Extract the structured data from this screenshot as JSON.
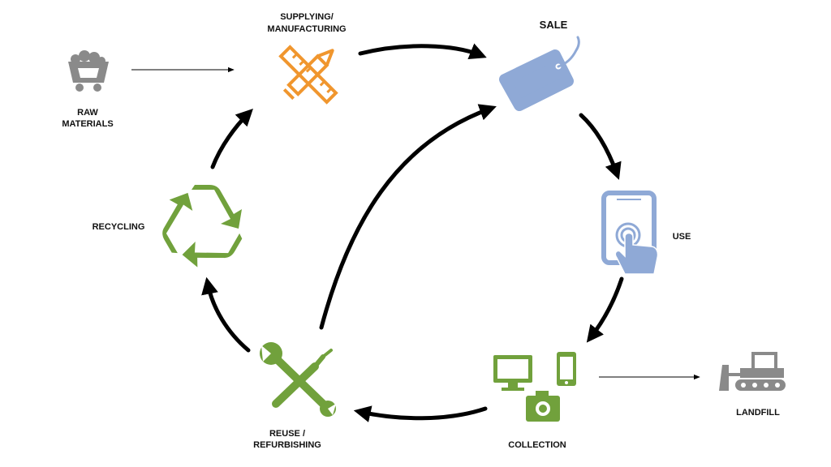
{
  "labels": {
    "raw_materials_1": "RAW",
    "raw_materials_2": "MATERIALS",
    "supplying_1": "SUPPLYING/",
    "supplying_2": "MANUFACTURING",
    "sale": "SALE",
    "use": "USE",
    "collection": "COLLECTION",
    "landfill": "LANDFILL",
    "reuse_1": "REUSE /",
    "reuse_2": "REFURBISHING",
    "recycling": "RECYCLING"
  },
  "icons": {
    "raw_materials": "mine-cart-icon",
    "supplying": "ruler-pencil-icon",
    "sale": "price-tag-icon",
    "use": "tablet-touch-icon",
    "collection": "electronics-icon",
    "landfill": "bulldozer-icon",
    "reuse": "wrench-screwdriver-icon",
    "recycling": "recycle-icon"
  },
  "colors": {
    "gray": "#8a8a8a",
    "orange": "#f0962e",
    "blue": "#8fa9d6",
    "green": "#71a13c",
    "arrow": "#000000"
  }
}
